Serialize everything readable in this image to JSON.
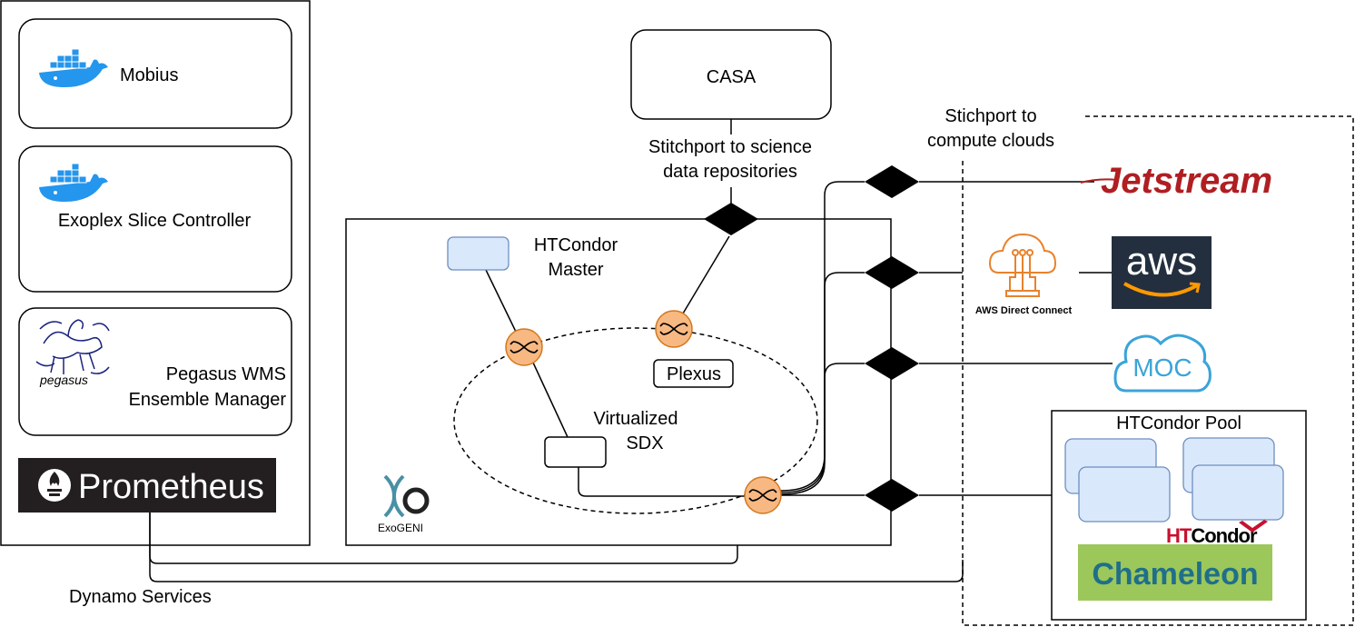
{
  "left_panel": {
    "mobius": "Mobius",
    "exoplex": "Exoplex Slice Controller",
    "pegasus_line1": "Pegasus WMS",
    "pegasus_line2": "Ensemble Manager",
    "pegasus_logo_text": "pegasus",
    "prometheus": "Prometheus",
    "dynamo_services": "Dynamo Services"
  },
  "casa": {
    "label": "CASA",
    "stitchport_line1": "Stitchport to science",
    "stitchport_line2": "data repositories"
  },
  "exogeni": {
    "htcondor_master_line1": "HTCondor",
    "htcondor_master_line2": "Master",
    "plexus": "Plexus",
    "sdx_line1": "Virtualized",
    "sdx_line2": "SDX",
    "logo_text": "ExoGENI"
  },
  "clouds": {
    "stitchport_line1": "Stichport to",
    "stitchport_line2": "compute clouds",
    "jetstream": "Jetstream",
    "aws_direct_connect": "AWS Direct Connect",
    "aws": "aws",
    "moc": "MOC",
    "htcondor_pool": "HTCondor Pool",
    "htcondor_logo_ht": "HT",
    "htcondor_logo_rest": "Condor",
    "chameleon": "Chameleon"
  },
  "colors": {
    "switch_fill": "#f8b882",
    "switch_stroke": "#d2791e",
    "vm_fill": "#dae8fc",
    "vm_stroke": "#6c8ebf",
    "docker_blue": "#2496ed",
    "jetstream_red": "#b01e22",
    "aws_dark": "#232f3e",
    "aws_orange": "#ff9900",
    "moc_blue": "#3aa4d8",
    "chameleon_green": "#9cc75a"
  }
}
